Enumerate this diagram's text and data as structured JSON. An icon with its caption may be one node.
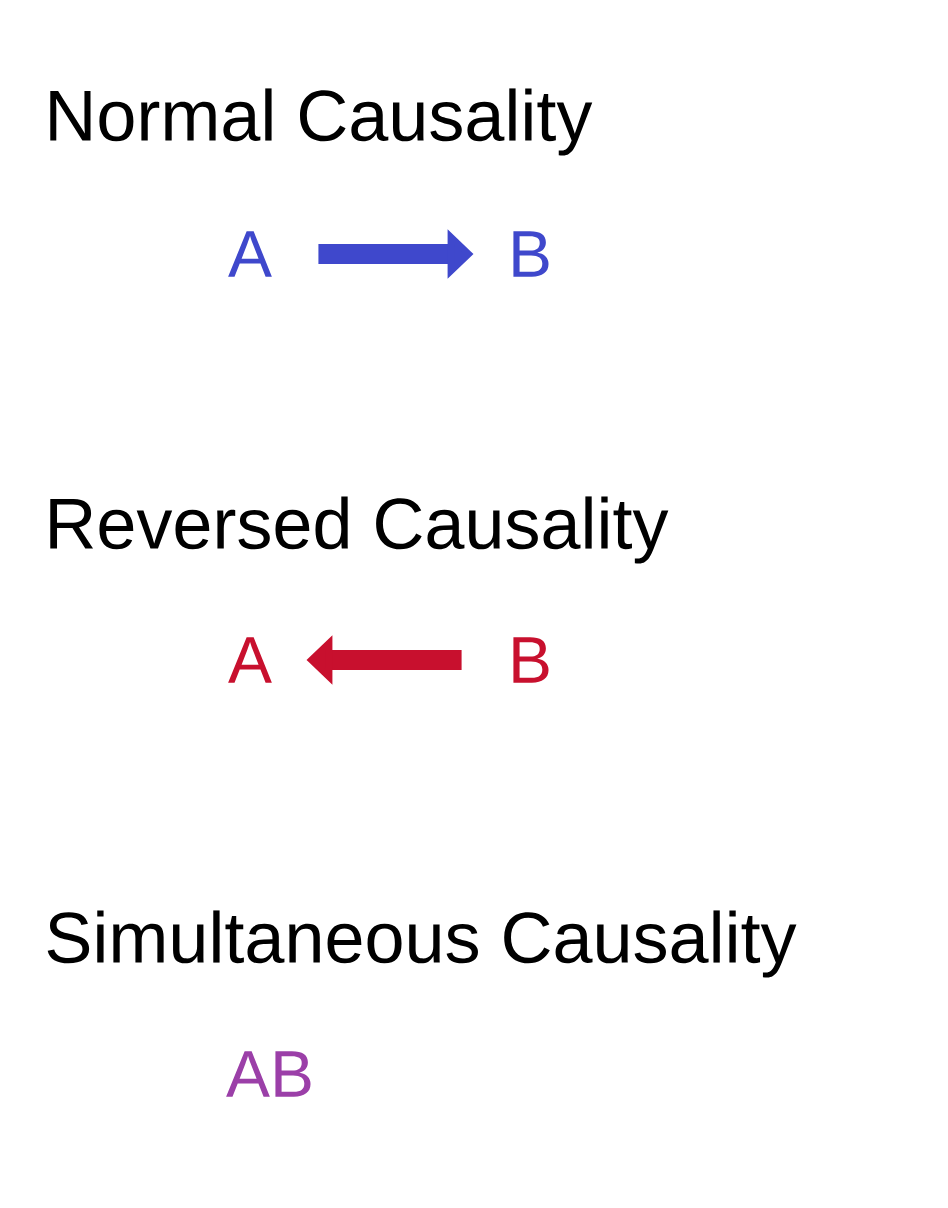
{
  "diagram": {
    "nodes": [
      {
        "text": [
          "A"
        ]
      },
      {
        "text": [
          "B"
        ]
      },
      {
        "text": [
          "A"
        ]
      },
      {
        "text": [
          "B"
        ]
      },
      {
        "text": [
          "AB"
        ]
      }
    ],
    "edges": [
      {
        "from": 0,
        "to": 1,
        "arrow": "to",
        "color": "#3f48cc"
      },
      {
        "from": 3,
        "to": 2,
        "arrow": "to",
        "color": "#c8102e"
      }
    ],
    "labels": [
      "Normal Causality",
      "Reversed Causality",
      "Simultaneous Causality"
    ]
  }
}
